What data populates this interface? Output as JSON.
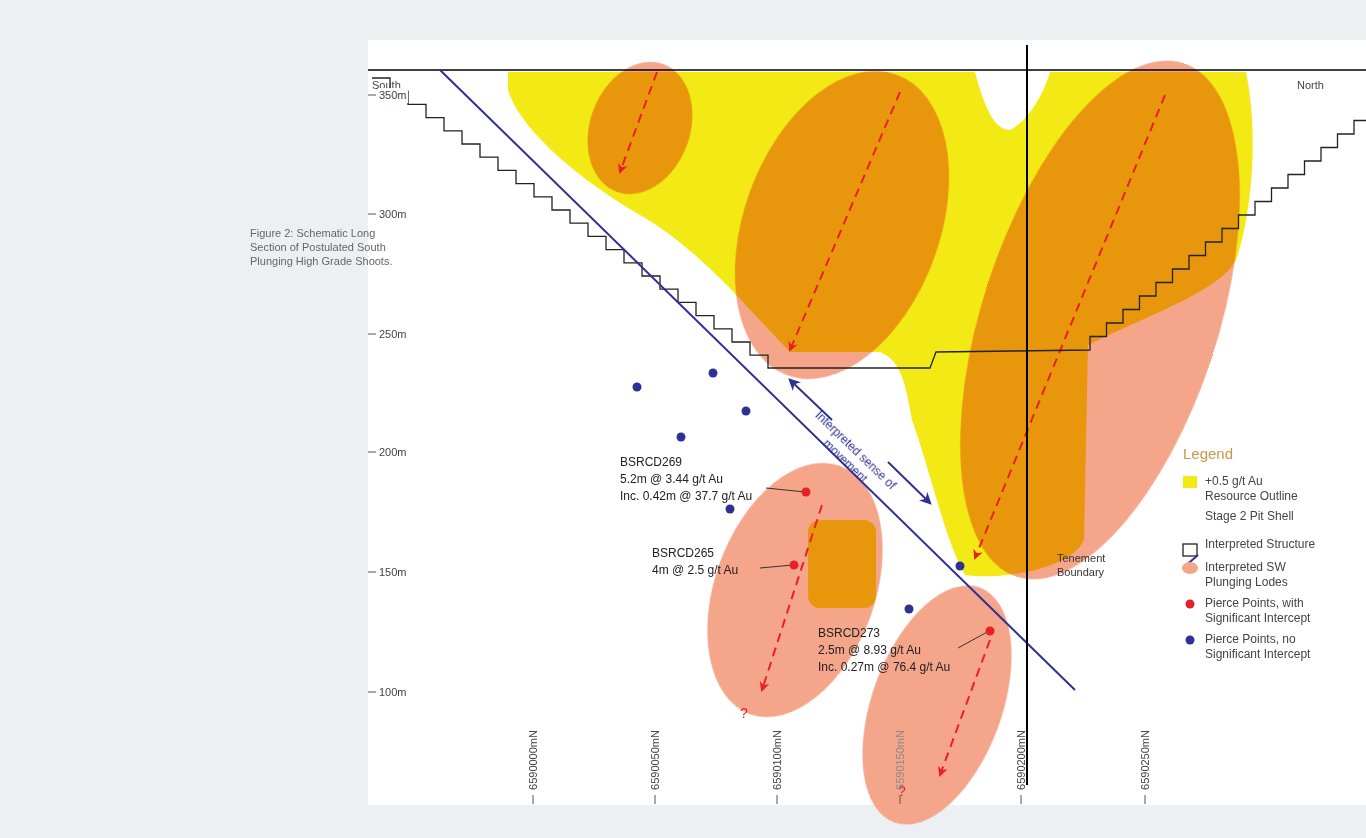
{
  "diagram": {
    "caption": "Figure 2: Schematic Long Section of Postulated South Plunging High Grade Shoots.",
    "labels": [
      "South",
      "North",
      "350m",
      "300m",
      "250m",
      "200m",
      "150m",
      "100m",
      "BSRCD269",
      "5.2m @ 3.44 g/t Au",
      "Inc. 0.42m @ 37.7 g/t Au",
      "BSRCD265",
      "4m @ 2.5 g/t Au",
      "BSRCD273",
      "2.5m @ 8.93 g/t Au",
      "Inc. 0.27m @ 76.4 g/t Au",
      "Interpreted sense of movement",
      "Tenement Boundary",
      "?",
      "?",
      "6590000mN",
      "6590050mN",
      "6590100mN",
      "6590150mN",
      "6590200mN",
      "6590250mN",
      "Legend"
    ],
    "legend": [
      {
        "text": "+0.5 g/t Au Resource Outline",
        "color": "#f3ea15"
      },
      {
        "text": "Stage 2 Pit Shell"
      },
      {
        "text": "Interpreted Structure"
      },
      {
        "text": "Interpreted SW Plunging Lodes",
        "color": "#f4a58a"
      },
      {
        "text": "Pierce Points, with Significant Intercept",
        "color": "#e8202a"
      },
      {
        "text": "Pierce Points, no Significant Intercept",
        "color": "#2e3192"
      }
    ]
  }
}
